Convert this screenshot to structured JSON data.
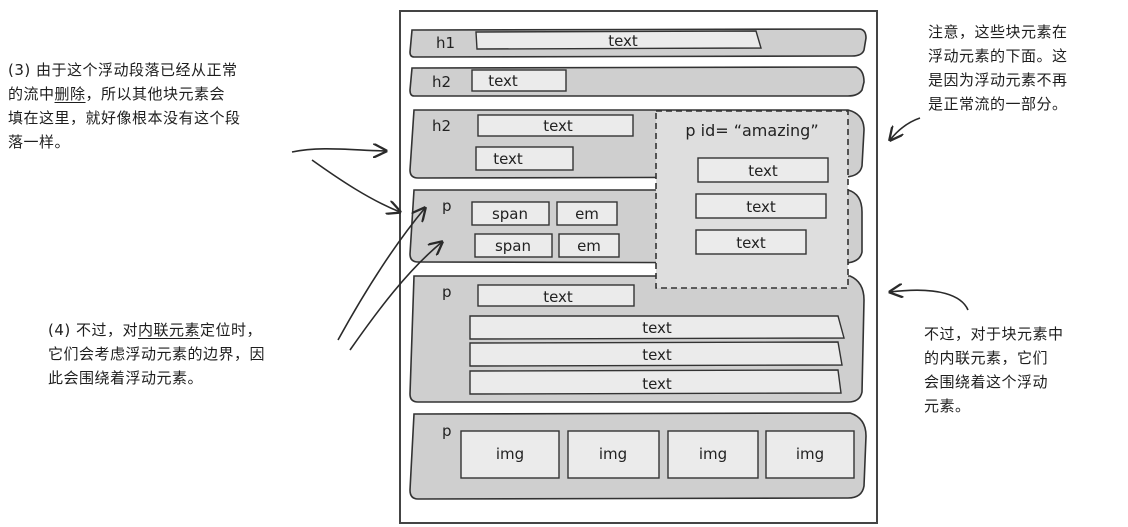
{
  "blocks": {
    "h1": {
      "tag": "h1",
      "box": "text"
    },
    "h2a": {
      "tag": "h2",
      "box": "text"
    },
    "h2b": {
      "tag": "h2",
      "box1": "text",
      "box2": "text"
    },
    "p1": {
      "tag": "p",
      "row1": [
        "span",
        "em"
      ],
      "row2": [
        "span",
        "em"
      ]
    },
    "p2": {
      "tag": "p",
      "box1": "text",
      "line1": "text",
      "line2": "text",
      "line3": "text"
    },
    "p3": {
      "tag": "p",
      "images": [
        "img",
        "img",
        "img",
        "img"
      ]
    }
  },
  "float": {
    "label": "p id= “amazing”",
    "boxes": [
      "text",
      "text",
      "text"
    ]
  },
  "annotations": {
    "left_top": {
      "prefix": "(3) 由于这个浮动段落已经从正常",
      "line2_pre": "的流中",
      "line2_u": "删除",
      "line2_post": "，所以其他块元素会",
      "line3": "填在这里，就好像根本没有这个段",
      "line4": "落一样。"
    },
    "left_bottom": {
      "line1_pre": "(4) 不过，对",
      "line1_u": "内联元素",
      "line1_post": "定位时，",
      "line2": "它们会考虑浮动元素的边界，因",
      "line3": "此会围绕着浮动元素。"
    },
    "right_top": {
      "line1": "注意，这些块元素在",
      "line2": "浮动元素的下面。这",
      "line3": "是因为浮动元素不再",
      "line4": "是正常流的一部分。"
    },
    "right_bottom": {
      "line1": "不过，对于块元素中",
      "line2": "的内联元素，它们",
      "line3": "会围绕着这个浮动",
      "line4": "元素。"
    }
  },
  "colors": {
    "block_fill": "#cfcfcf",
    "box_fill": "#ebebeb",
    "float_fill": "#dedede",
    "ink": "#2a2a2a"
  }
}
